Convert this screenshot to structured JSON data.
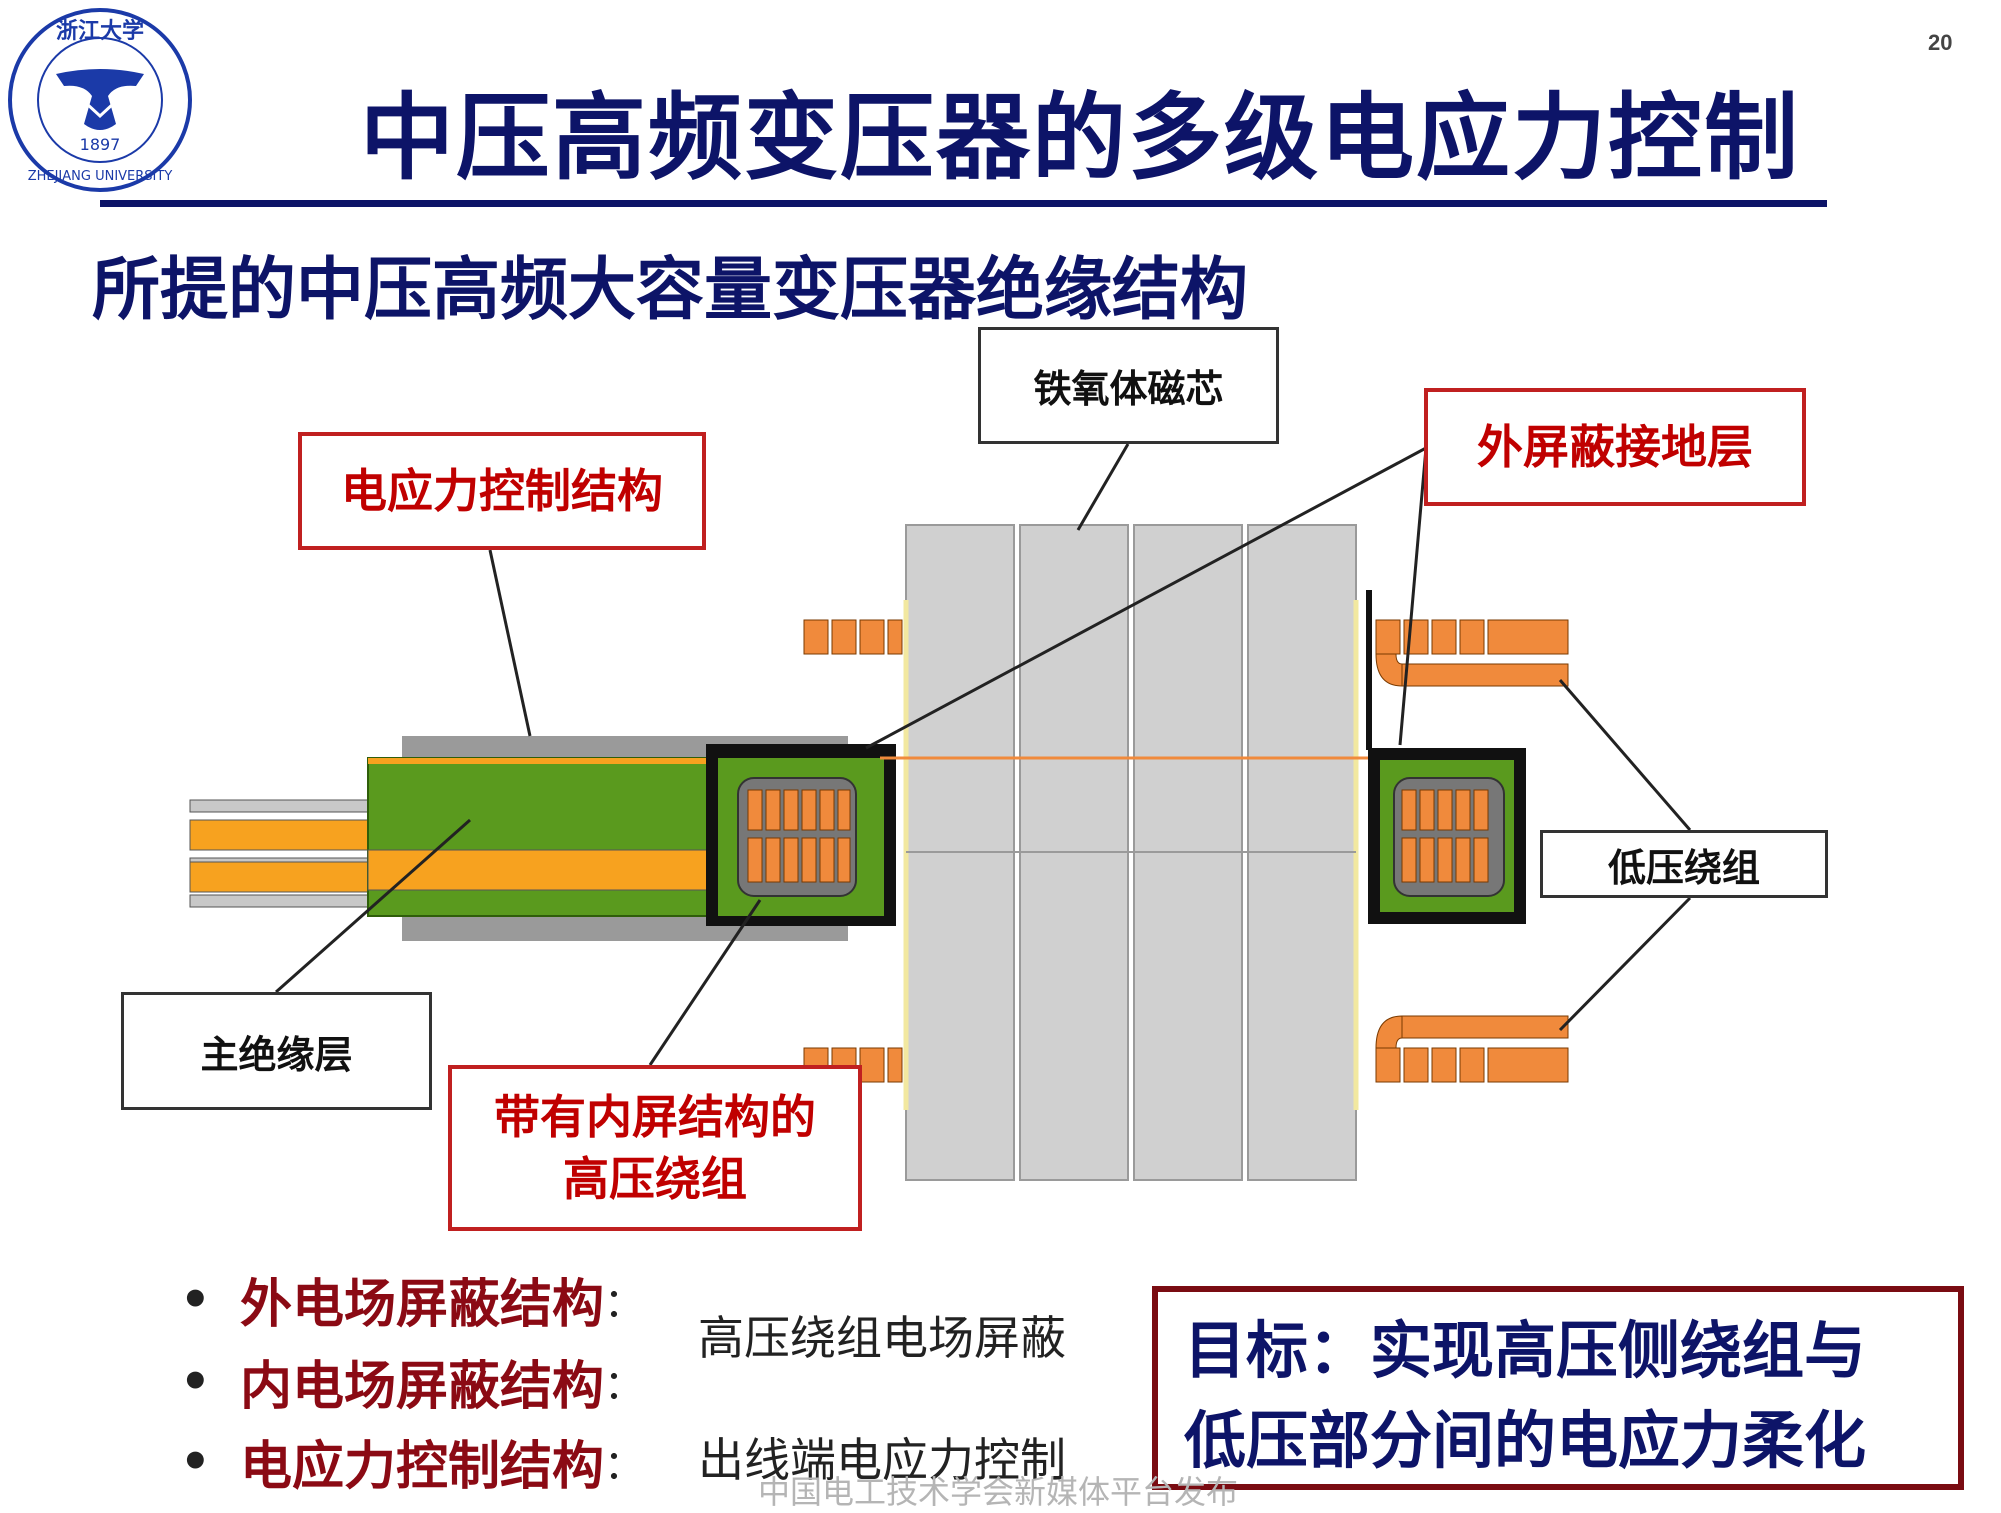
{
  "page_number": "20",
  "logo": {
    "top_text": "浙江大学",
    "year": "1897",
    "bottom_text": "ZHEJIANG UNIVERSITY",
    "color": "#1b3aa8"
  },
  "title": "中压高频变压器的多级电应力控制",
  "subtitle": "所提的中压高频大容量变压器绝缘结构",
  "diagram_labels": {
    "ferrite_core": "铁氧体磁芯",
    "outer_shield": "外屏蔽接地层",
    "stress_control": "电应力控制结构",
    "lv_winding": "低压绕组",
    "main_insulation": "主绝缘层",
    "hv_winding_line1": "带有内屏结构的",
    "hv_winding_line2": "高压绕组"
  },
  "bullets": [
    {
      "term": "外电场屏蔽结构",
      "colon": "：",
      "desc": "高压绕组电场屏蔽"
    },
    {
      "term": "内电场屏蔽结构",
      "colon": "：",
      "desc": ""
    },
    {
      "term": "电应力控制结构",
      "colon": "：",
      "desc": "出线端电应力控制"
    }
  ],
  "goal": {
    "line1": "目标：实现高压侧绕组与",
    "line2": "低压部分间的电应力柔化"
  },
  "watermark": "中国电工技术学会新媒体平台发布",
  "colors": {
    "title_navy": "#0d1468",
    "label_red": "#c00000",
    "bullet_maroon": "#8b0a14",
    "copper": "#f08a3c",
    "green_insulation": "#5a9a1e",
    "core_gray": "#d0d0d0"
  }
}
